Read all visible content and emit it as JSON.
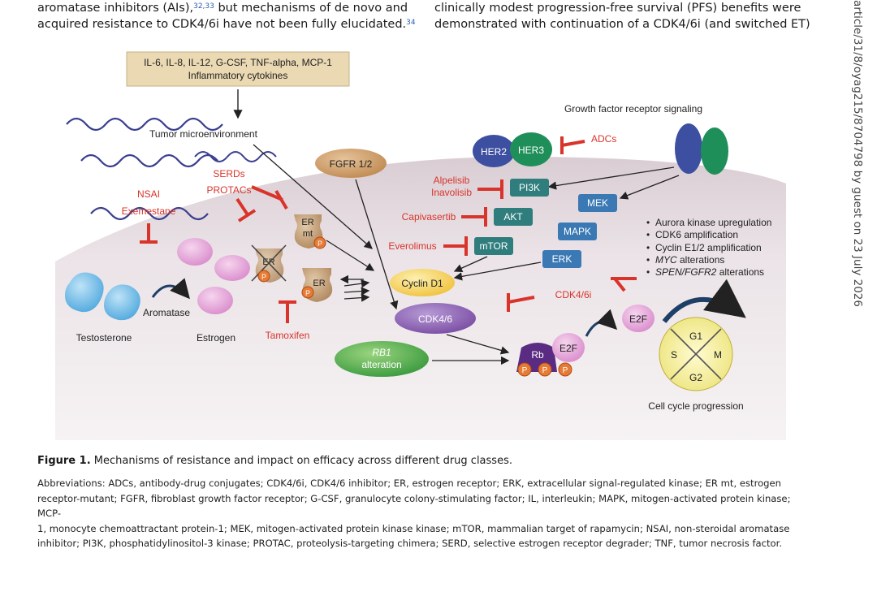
{
  "body_text": {
    "left_lines": [
      {
        "pre": "aromatase inhibitors (AIs),",
        "sup": "32,33",
        "post": " but mechanisms of de novo and"
      },
      {
        "pre": "acquired resistance to CDK4/6i have not been fully elucidated.",
        "sup": "34",
        "post": ""
      }
    ],
    "right_lines": [
      "clinically modest progression-free survival (PFS) benefits were",
      "demonstrated with continuation of a CDK4/6i (and switched ET)"
    ]
  },
  "side_note": "article/31/8/oyag215/8704798 by guest on 23 July 2026",
  "figure": {
    "cytokines_list": "IL-6, IL-8, IL-12, G-CSF, TNF-alpha, MCP-1",
    "cytokines_title": "Inflammatory cytokines",
    "tumor_microenvironment": "Tumor microenvironment",
    "growth_factor_title": "Growth factor receptor signaling",
    "fgfr": "FGFR 1/2",
    "serds": "SERDs",
    "protacs": "PROTACs",
    "nsai": "NSAI",
    "exemestane": "Exemestane",
    "aromatase": "Aromatase",
    "testosterone": "Testosterone",
    "estrogen": "Estrogen",
    "tamoxifen": "Tamoxifen",
    "er": "ER",
    "er_mt_1": "ER",
    "er_mt_2": "mt",
    "p": "P",
    "her2": "HER2",
    "her3": "HER3",
    "adcs": "ADCs",
    "alpelisib": "Alpelisib",
    "inavolisib": "Inavolisib",
    "pi3k": "PI3K",
    "capivasertib": "Capivasertib",
    "akt": "AKT",
    "everolimus": "Everolimus",
    "mtor": "mTOR",
    "mek": "MEK",
    "mapk": "MAPK",
    "erk": "ERK",
    "cyclin_d1": "Cyclin D1",
    "cdk46": "CDK4/6",
    "cdk46i": "CDK4/6i",
    "rb1": "RB1",
    "rb1_alteration": "alteration",
    "rb": "Rb",
    "e2f": "E2F",
    "g1": "G1",
    "g2": "G2",
    "s": "S",
    "m": "M",
    "cell_cycle": "Cell cycle progression",
    "bullets": [
      "Aurora kinase upregulation",
      "CDK6 amplification",
      "Cyclin E1/2 amplification"
    ],
    "bullet_myc_italic": "MYC",
    "bullet_myc_rest": " alterations",
    "bullet_spen_italic": "SPEN/FGFR2",
    "bullet_spen_rest": " alterations",
    "colors": {
      "red_inhibitor": "#d8342b",
      "teal_box": "#2f7d7d",
      "blue_box": "#3b79b5",
      "cdk_purple": "#8a5bb0",
      "green_rb1": "#3fa34a",
      "cyclin_yellow": "#f2c94c",
      "her2_blue": "#3c4fa0",
      "her3_green": "#1f8f5a"
    }
  },
  "caption": {
    "label": "Figure 1.",
    "text": " Mechanisms of resistance and impact on efficacy across different drug classes."
  },
  "abbreviations": [
    "Abbreviations: ADCs, antibody-drug conjugates; CDK4/6i, CDK4/6 inhibitor; ER, estrogen receptor; ERK, extracellular signal-regulated kinase; ER mt, estrogen",
    "receptor-mutant; FGFR, fibroblast growth factor receptor; G-CSF, granulocyte colony-stimulating factor; IL, interleukin; MAPK, mitogen-activated protein kinase; MCP-",
    "1, monocyte chemoattractant protein-1; MEK, mitogen-activated protein kinase kinase; mTOR, mammalian target of rapamycin; NSAI, non-steroidal aromatase",
    "inhibitor; PI3K, phosphatidylinositol-3 kinase; PROTAC, proteolysis-targeting chimera; SERD, selective estrogen receptor degrader; TNF, tumor necrosis factor."
  ]
}
